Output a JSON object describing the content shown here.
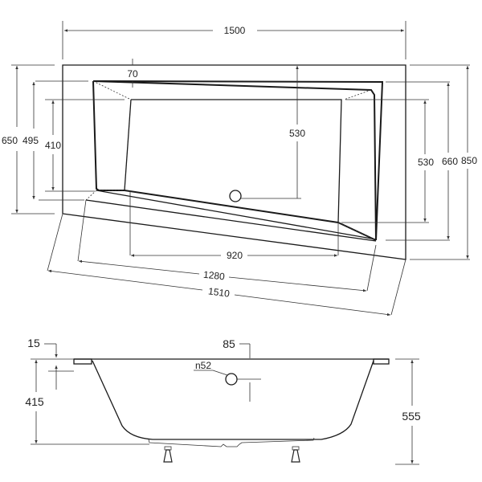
{
  "top_view": {
    "dims": {
      "overall_length": "1500",
      "rim_width": "70",
      "left_outer": "650",
      "left_mid": "495",
      "left_inner": "410",
      "center_depth": "530",
      "right_inner": "530",
      "right_mid": "660",
      "right_outer": "850",
      "bottom_inner": "920",
      "bottom_mid": "1280",
      "bottom_outer": "1510"
    }
  },
  "side_view": {
    "dims": {
      "rim_thickness": "15",
      "overflow_offset": "85",
      "overflow_diameter": "n52",
      "basin_height": "415",
      "total_height": "555"
    }
  }
}
